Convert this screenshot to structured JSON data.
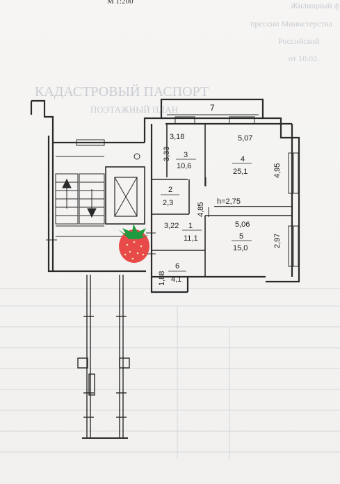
{
  "sheet": {
    "scale_text": "М 1:200",
    "faint_header_lines": [
      "Жилищный фонд",
      "прессии Министерства",
      "Российской",
      "от 10.02."
    ],
    "faint_title": "КАДАСТРОВЫЙ ПАСПОРТ",
    "faint_subtitle": "ПОЭТАЖНЫЙ ПЛАН"
  },
  "plan": {
    "top_dim": "7",
    "height_label": "h=2,75",
    "rooms": [
      {
        "number": "3",
        "area": "10,6",
        "dim_w": "3,18",
        "dim_h": "3,33"
      },
      {
        "number": "4",
        "area": "25,1",
        "dim_w": "5,07",
        "dim_h": "4,95"
      },
      {
        "number": "2",
        "area": "2,3"
      },
      {
        "number": "1",
        "area": "11,1",
        "dim_w": "3,22",
        "dim_h": "4,85"
      },
      {
        "number": "5",
        "area": "15,0",
        "dim_w": "5,06",
        "dim_h": "2,97"
      },
      {
        "number": "6",
        "area": "4,1",
        "dim_w": "1,88"
      }
    ],
    "marker_color": "#e84a4a"
  }
}
